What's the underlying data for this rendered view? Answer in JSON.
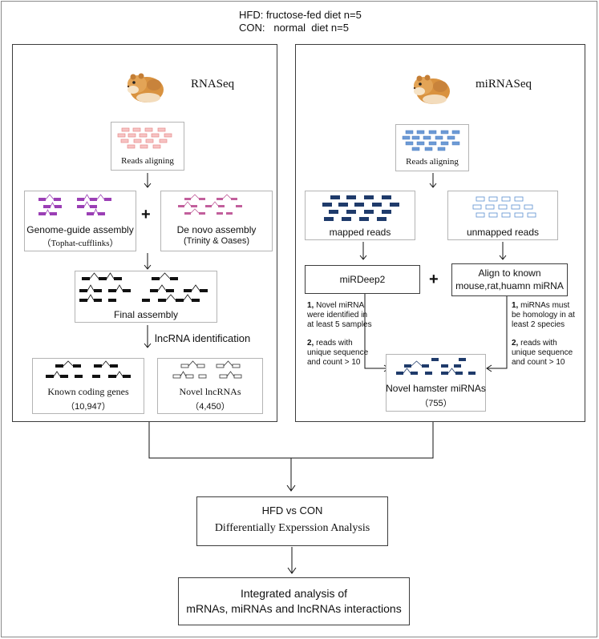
{
  "header": {
    "line1": "HFD: fructose-fed diet n=5",
    "line2": "CON:   normal  diet n=5"
  },
  "rnaseq": {
    "title": "RNASeq",
    "reads_label": "Reads aligning",
    "genome_guide": "Genome-guide assembly",
    "genome_guide_tool": "（Tophat-cufflinks）",
    "de_novo": "De novo assembly",
    "de_novo_tool": "(Trinity & Oases)",
    "plus": "+",
    "final_assembly": "Final assembly",
    "lnc_identification": "lncRNA identification",
    "known_coding": "Known coding genes",
    "known_coding_count": "（10,947）",
    "novel_lnc": "Novel lncRNAs",
    "novel_lnc_count": "（4,450）"
  },
  "mirnaseq": {
    "title": "miRNASeq",
    "reads_label": "Reads aligning",
    "mapped": "mapped reads",
    "unmapped": "unmapped reads",
    "mirdeep": "miRDeep2",
    "plus": "+",
    "align_line1": "Align to known",
    "align_line2": "mouse,rat,huamn miRNA",
    "left_note1_num": "1,",
    "left_note1_text": [
      " Novel miRNA",
      "were identified in",
      "at least 5 samples"
    ],
    "left_note2_num": "2,",
    "left_note2_text": [
      " reads with",
      "unique sequence",
      "and count > 10"
    ],
    "right_note1_num": "1,",
    "right_note1_text": [
      " miRNAs must",
      "be homology in at",
      "least 2 species"
    ],
    "right_note2_num": "2,",
    "right_note2_text": [
      " reads with",
      "unique sequence",
      "and count > 10"
    ],
    "novel_hamster": "Novel hamster miRNAs",
    "novel_hamster_count": "（755）"
  },
  "analysis": {
    "line1": "HFD vs CON",
    "line2": "Differentially Experssion Analysis"
  },
  "integrated": {
    "line1": "Integrated analysis of",
    "line2": "mRNAs, miRNAs and lncRNAs interactions"
  },
  "colors": {
    "pink": "#f2a1a1",
    "purple": "#9b3fb5",
    "mauve": "#c25f9c",
    "navy": "#1f3b6b",
    "blue": "#5b8fd0",
    "lightblue": "#8fb0e0",
    "black": "#111111"
  }
}
